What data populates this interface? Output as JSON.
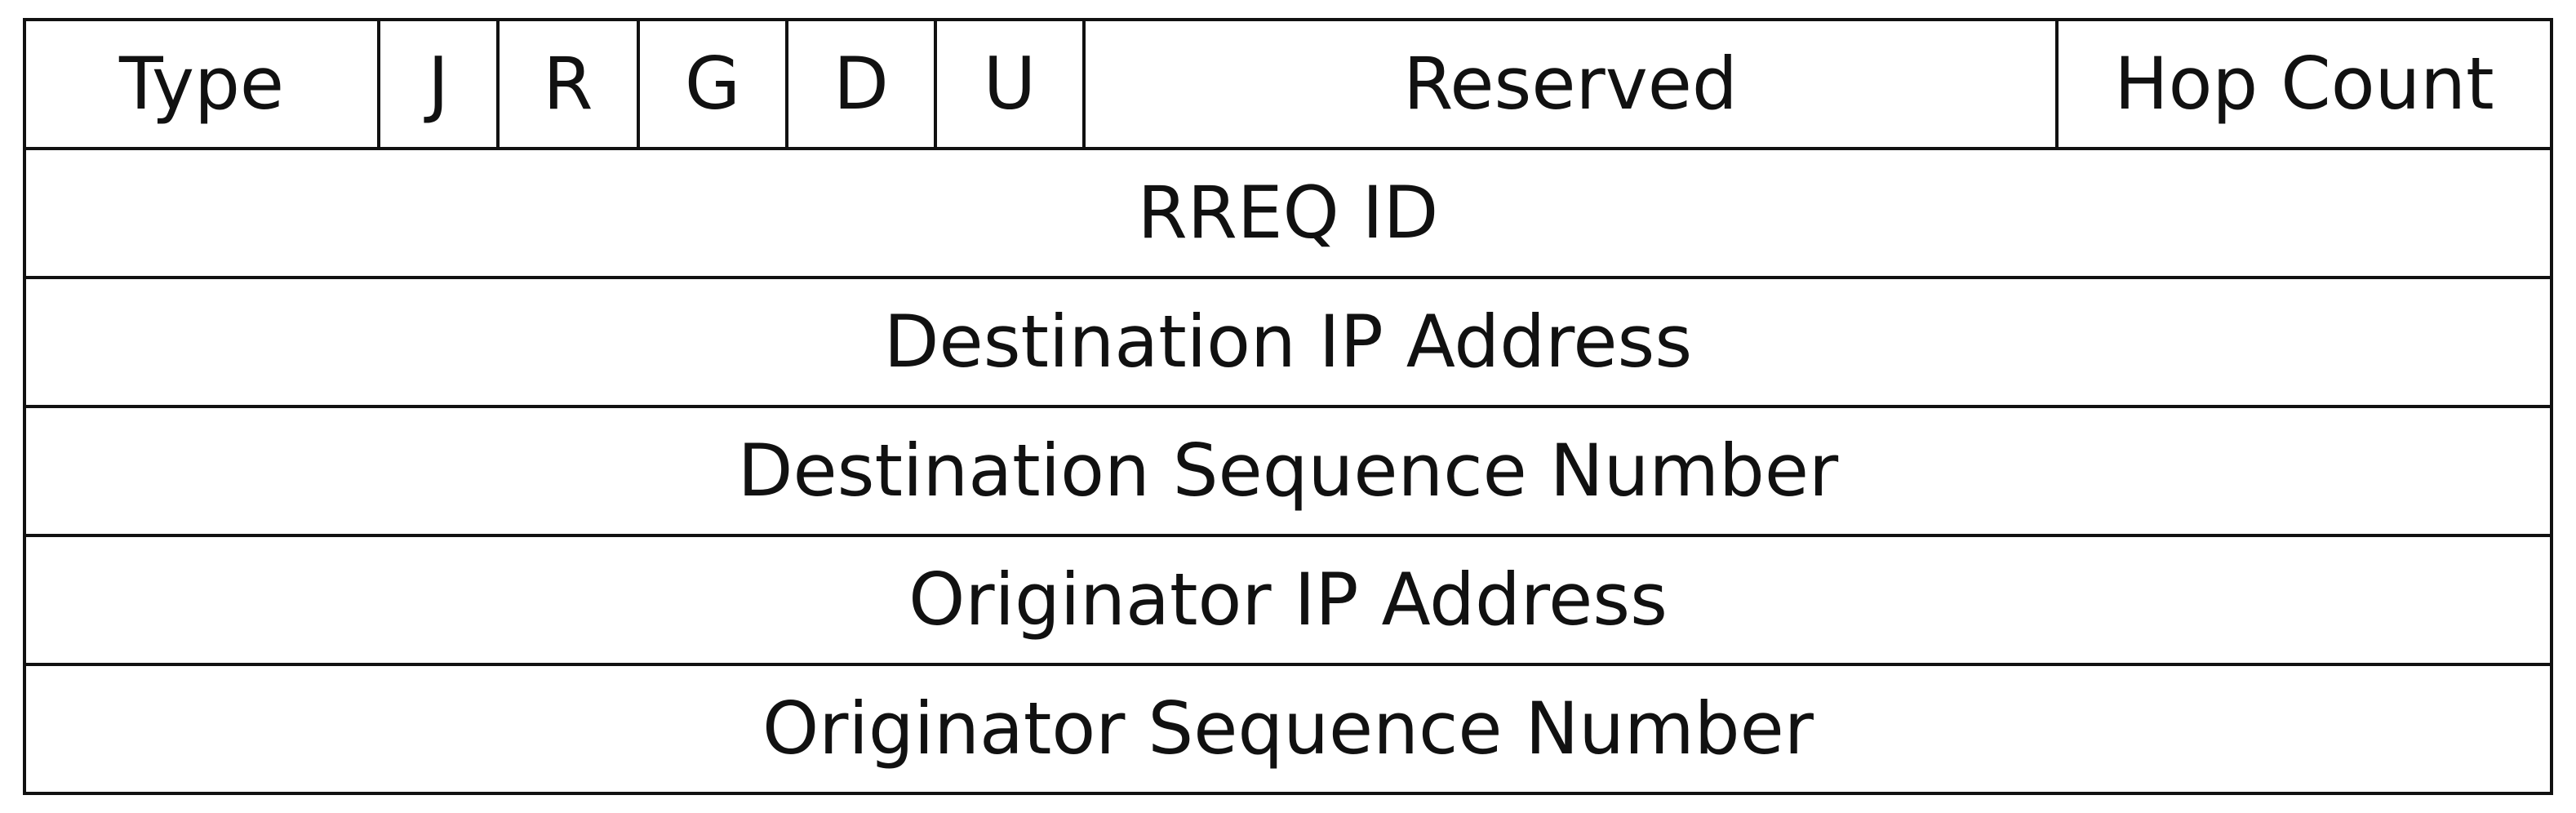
{
  "packet": {
    "header_fields": {
      "type": "Type",
      "j": "J",
      "r": "R",
      "g": "G",
      "d": "D",
      "u": "U",
      "reserved": "Reserved",
      "hop_count": "Hop Count"
    },
    "rows": [
      "RREQ ID",
      "Destination IP Address",
      "Destination Sequence Number",
      "Originator IP Address",
      "Originator Sequence Number"
    ]
  }
}
